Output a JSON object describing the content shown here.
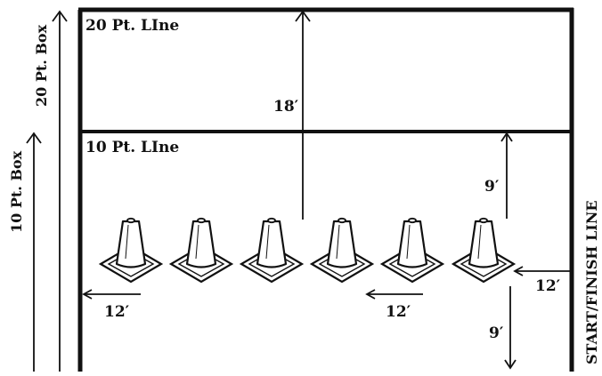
{
  "labels": {
    "line_20": "20 Pt. LIne",
    "line_10": "10 Pt. LIne",
    "box_20": "20 Pt. Box",
    "box_10": "10 Pt. Box",
    "start_finish": "START/FINISH LINE",
    "dist_18": "18′",
    "dist_9_upper": "9′",
    "dist_9_lower": "9′",
    "dist_12_right": "12′",
    "dist_12_middle": "12′",
    "dist_12_left": "12′"
  },
  "cones": {
    "count": 6
  },
  "colors": {
    "stroke": "#111111",
    "background": "#ffffff"
  }
}
